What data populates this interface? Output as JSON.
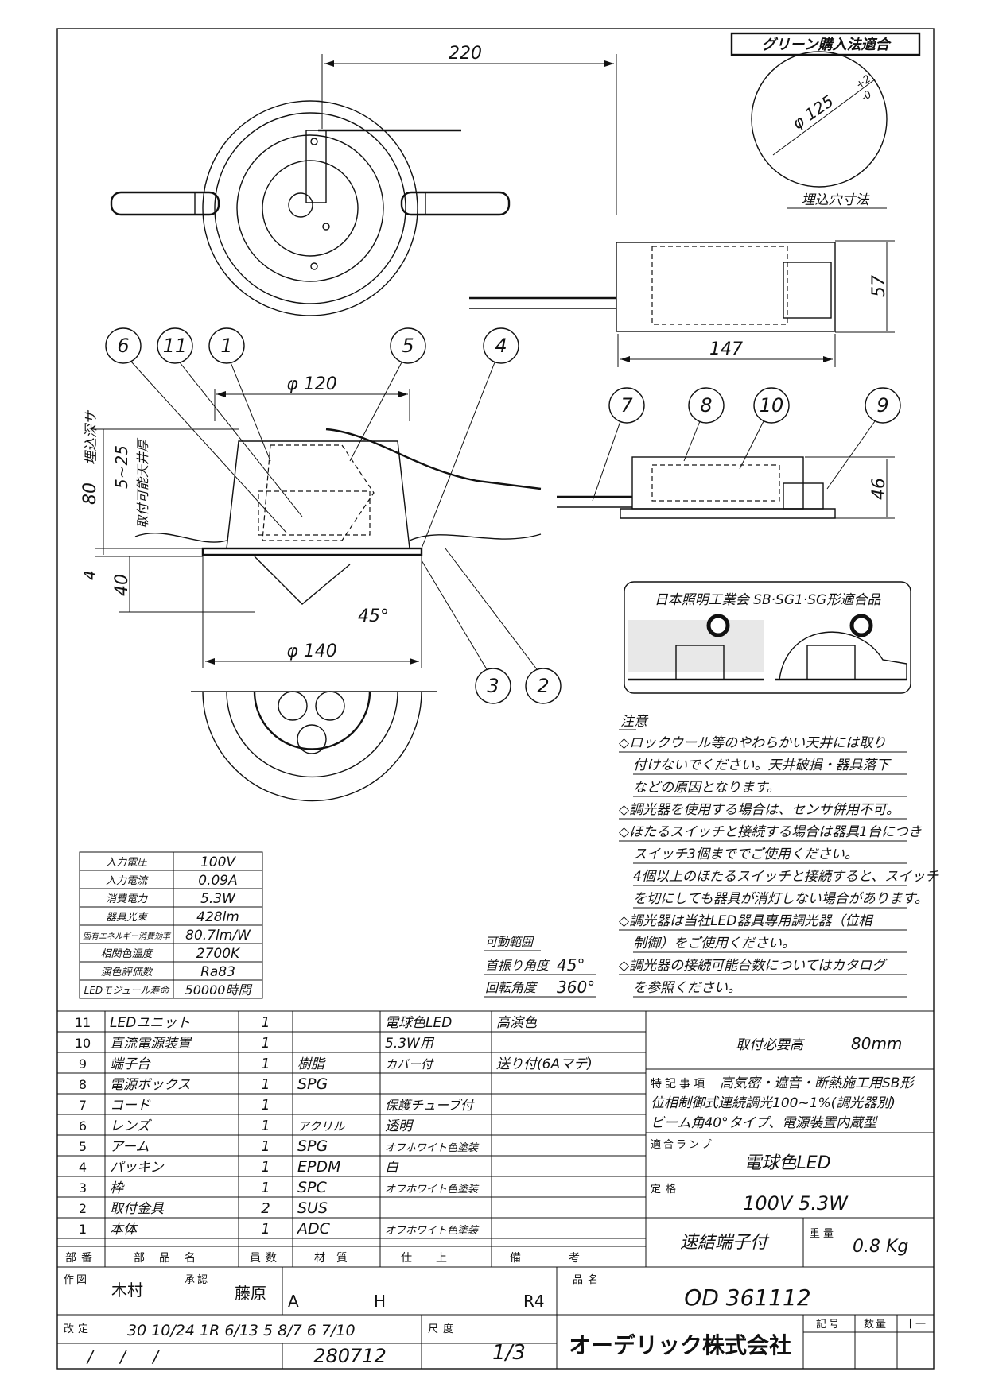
{
  "badge": "グリーン購入法適合",
  "cutout": {
    "diameter": "φ 125",
    "tol_plus": "+2",
    "tol_minus": "-0",
    "caption": "埋込穴寸法"
  },
  "dims": {
    "top_width": "220",
    "box_width": "147",
    "box_height": "57",
    "box_height2": "46",
    "dia_120": "φ 120",
    "dia_140": "φ 140",
    "depth": "80",
    "depth_label": "埋込深サ",
    "range": "5~25",
    "range_label": "取付可能天井厚",
    "d4": "4",
    "d40": "40",
    "angle": "45°"
  },
  "part_callouts": [
    "6",
    "11",
    "1",
    "5",
    "4",
    "7",
    "8",
    "10",
    "9",
    "3",
    "2"
  ],
  "standard_box": {
    "title": "日本照明工業会 SB·SG1·SG形適合品"
  },
  "notes": {
    "title": "注意",
    "lines": [
      "◇ロックウール等のやわらかい天井には取り",
      "付けないでください。天井破損・器具落下",
      "などの原因となります。",
      "◇調光器を使用する場合は、センサ併用不可。",
      "◇ほたるスイッチと接続する場合は器具1台につき",
      "スイッチ3個まででご使用ください。",
      "4個以上のほたるスイッチと接続すると、スイッチ",
      "を切にしても器具が消灯しない場合があります。",
      "◇調光器は当社LED器具専用調光器（位相",
      "制御）をご使用ください。",
      "◇調光器の接続可能台数についてはカタログ",
      "を参照ください。"
    ]
  },
  "specs": [
    {
      "label": "入力電圧",
      "value": "100V"
    },
    {
      "label": "入力電流",
      "value": "0.09A"
    },
    {
      "label": "消費電力",
      "value": "5.3W"
    },
    {
      "label": "器具光束",
      "value": "428lm"
    },
    {
      "label": "固有エネルギー消費効率",
      "value": "80.7lm/W"
    },
    {
      "label": "相関色温度",
      "value": "2700K"
    },
    {
      "label": "演色評価数",
      "value": "Ra83"
    },
    {
      "label": "LEDモジュール寿命",
      "value": "50000時間"
    }
  ],
  "movable": {
    "title": "可動範囲",
    "swing_label": "首振り角度",
    "swing_value": "45°",
    "rotate_label": "回転角度",
    "rotate_value": "360°"
  },
  "parts": [
    {
      "no": "11",
      "name": "LEDユニット",
      "qty": "1",
      "material": "",
      "finish": "電球色LED",
      "note": "高演色"
    },
    {
      "no": "10",
      "name": "直流電源装置",
      "qty": "1",
      "material": "",
      "finish": "5.3W用",
      "note": ""
    },
    {
      "no": "9",
      "name": "端子台",
      "qty": "1",
      "material": "樹脂",
      "finish": "カバー付",
      "note": "送り付(6Aマデ)"
    },
    {
      "no": "8",
      "name": "電源ボックス",
      "qty": "1",
      "material": "SPG",
      "finish": "",
      "note": ""
    },
    {
      "no": "7",
      "name": "コード",
      "qty": "1",
      "material": "",
      "finish": "保護チューブ付",
      "note": ""
    },
    {
      "no": "6",
      "name": "レンズ",
      "qty": "1",
      "material": "アクリル",
      "finish": "透明",
      "note": ""
    },
    {
      "no": "5",
      "name": "アーム",
      "qty": "1",
      "material": "SPG",
      "finish": "オフホワイト色塗装",
      "note": ""
    },
    {
      "no": "4",
      "name": "パッキン",
      "qty": "1",
      "material": "EPDM",
      "finish": "白",
      "note": ""
    },
    {
      "no": "3",
      "name": "枠",
      "qty": "1",
      "material": "SPC",
      "finish": "オフホワイト色塗装",
      "note": ""
    },
    {
      "no": "2",
      "name": "取付金具",
      "qty": "2",
      "material": "SUS",
      "finish": "",
      "note": ""
    },
    {
      "no": "1",
      "name": "本体",
      "qty": "1",
      "material": "ADC",
      "finish": "オフホワイト色塗装",
      "note": ""
    }
  ],
  "headers": {
    "no": "部番",
    "name": "部品名",
    "qty": "員数",
    "material": "材質",
    "finish": "仕上",
    "note": "備考"
  },
  "right_info": {
    "mount_height_label": "取付必要高",
    "mount_height": "80mm",
    "special_label": "特記事項",
    "special_lines": [
      "高気密・遮音・断熱施工用SB形",
      "位相制御式連続調光100~1%(調光器別)",
      "ビーム角40°タイプ、電源装置内蔵型"
    ],
    "lamp_label": "適合ランプ",
    "lamp": "電球色LED",
    "rating_label": "定格",
    "rating": "100V 5.3W",
    "terminal": "速結端子付",
    "weight_label": "重量",
    "weight": "0.8 Kg"
  },
  "title_block": {
    "drawn_label": "作図",
    "drawn": "木村",
    "approved_label": "承認",
    "approved": "藤原",
    "code_a": "A",
    "code_h": "H",
    "code_r": "R4",
    "product_label": "品名",
    "product": "OD 361112",
    "revision_label": "改定",
    "revisions": "30 10/24  1R 6/13  5 8/7  6 7/10",
    "scale_label": "尺度",
    "scale": "1/3",
    "company": "オーデリック株式会社",
    "symbol_label": "記号",
    "qty_label": "数量",
    "extra_label": "十一",
    "slashes": "/    /    /",
    "doc_no": "280712"
  }
}
